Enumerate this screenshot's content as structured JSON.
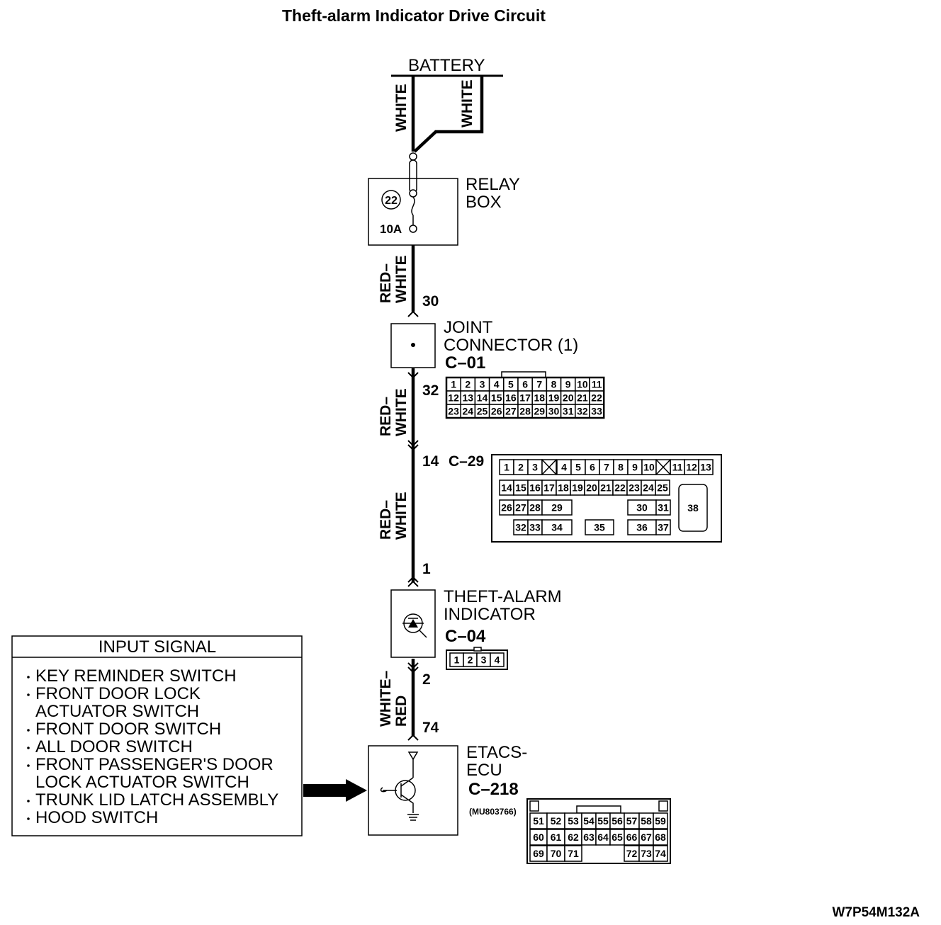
{
  "title": "Theft-alarm Indicator Drive Circuit",
  "battery": "BATTERY",
  "wires": {
    "battery_left": "WHITE",
    "battery_right": "WHITE",
    "relay_to_joint": "RED–\nWHITE",
    "joint_to_c29": "RED–\nWHITE",
    "c29_to_indicator": "RED–\nWHITE",
    "indicator_to_ecu": "WHITE–\nRED"
  },
  "relay_box": {
    "name": "RELAY\nBOX",
    "fuse_number": "22",
    "fuse_rating": "10A"
  },
  "joint_connector": {
    "name": "JOINT\nCONNECTOR (1)",
    "code": "C–01",
    "pin_in": "30",
    "pin_out": "32"
  },
  "intermediate": {
    "pin": "14",
    "code": "C–29"
  },
  "indicator": {
    "name": "THEFT-ALARM\nINDICATOR",
    "code": "C–04",
    "pin_in": "1",
    "pin_out": "2"
  },
  "ecu": {
    "name": "ETACS-\nECU",
    "code": "C–218",
    "part": "(MU803766)",
    "pin": "74"
  },
  "input_signal": {
    "header": "INPUT SIGNAL",
    "items": [
      "KEY REMINDER SWITCH",
      "FRONT DOOR LOCK\nACTUATOR SWITCH",
      "FRONT DOOR SWITCH",
      "ALL DOOR SWITCH",
      "FRONT PASSENGER'S DOOR\nLOCK ACTUATOR SWITCH",
      "TRUNK LID LATCH ASSEMBLY",
      "HOOD SWITCH"
    ]
  },
  "connector_c01": {
    "rows": [
      [
        "1",
        "2",
        "3",
        "4",
        "5",
        "6",
        "7",
        "8",
        "9",
        "10",
        "11"
      ],
      [
        "12",
        "13",
        "14",
        "15",
        "16",
        "17",
        "18",
        "19",
        "20",
        "21",
        "22"
      ],
      [
        "23",
        "24",
        "25",
        "26",
        "27",
        "28",
        "29",
        "30",
        "31",
        "32",
        "33"
      ]
    ]
  },
  "connector_c29": {
    "cells": [
      "1",
      "2",
      "3",
      "4",
      "5",
      "6",
      "7",
      "8",
      "9",
      "10",
      "11",
      "12",
      "13",
      "14",
      "15",
      "16",
      "17",
      "18",
      "19",
      "20",
      "21",
      "22",
      "23",
      "24",
      "25",
      "26",
      "27",
      "28",
      "29",
      "30",
      "31",
      "32",
      "33",
      "34",
      "35",
      "36",
      "37",
      "38"
    ]
  },
  "connector_c04": {
    "cells": [
      "1",
      "2",
      "3",
      "4"
    ]
  },
  "connector_c218": {
    "rows": [
      [
        "51",
        "52",
        "53",
        "54",
        "55",
        "56",
        "57",
        "58",
        "59"
      ],
      [
        "60",
        "61",
        "62",
        "63",
        "64",
        "65",
        "66",
        "67",
        "68"
      ],
      [
        "69",
        "70",
        "71",
        "",
        "",
        "",
        "72",
        "73",
        "74"
      ]
    ]
  },
  "footer_code": "W7P54M132A"
}
